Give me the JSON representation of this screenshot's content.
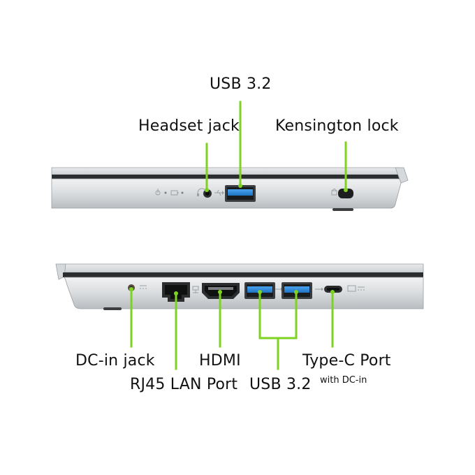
{
  "top_view": {
    "labels": {
      "usb": "USB 3.2",
      "headset": "Headset jack",
      "kensington": "Kensington lock"
    }
  },
  "bottom_view": {
    "labels": {
      "dc_in": "DC-in jack",
      "rj45": "RJ45 LAN Port",
      "hdmi": "HDMI",
      "usb": "USB 3.2",
      "typec": "Type-C Port",
      "typec_sub": "with DC-in"
    }
  },
  "colors": {
    "callout": "#7ed321",
    "body_light": "#e3e5e7",
    "body_mid": "#c9cccf",
    "body_dark": "#8e9296",
    "port_blue": "#2f8fe0",
    "text": "#111111"
  }
}
